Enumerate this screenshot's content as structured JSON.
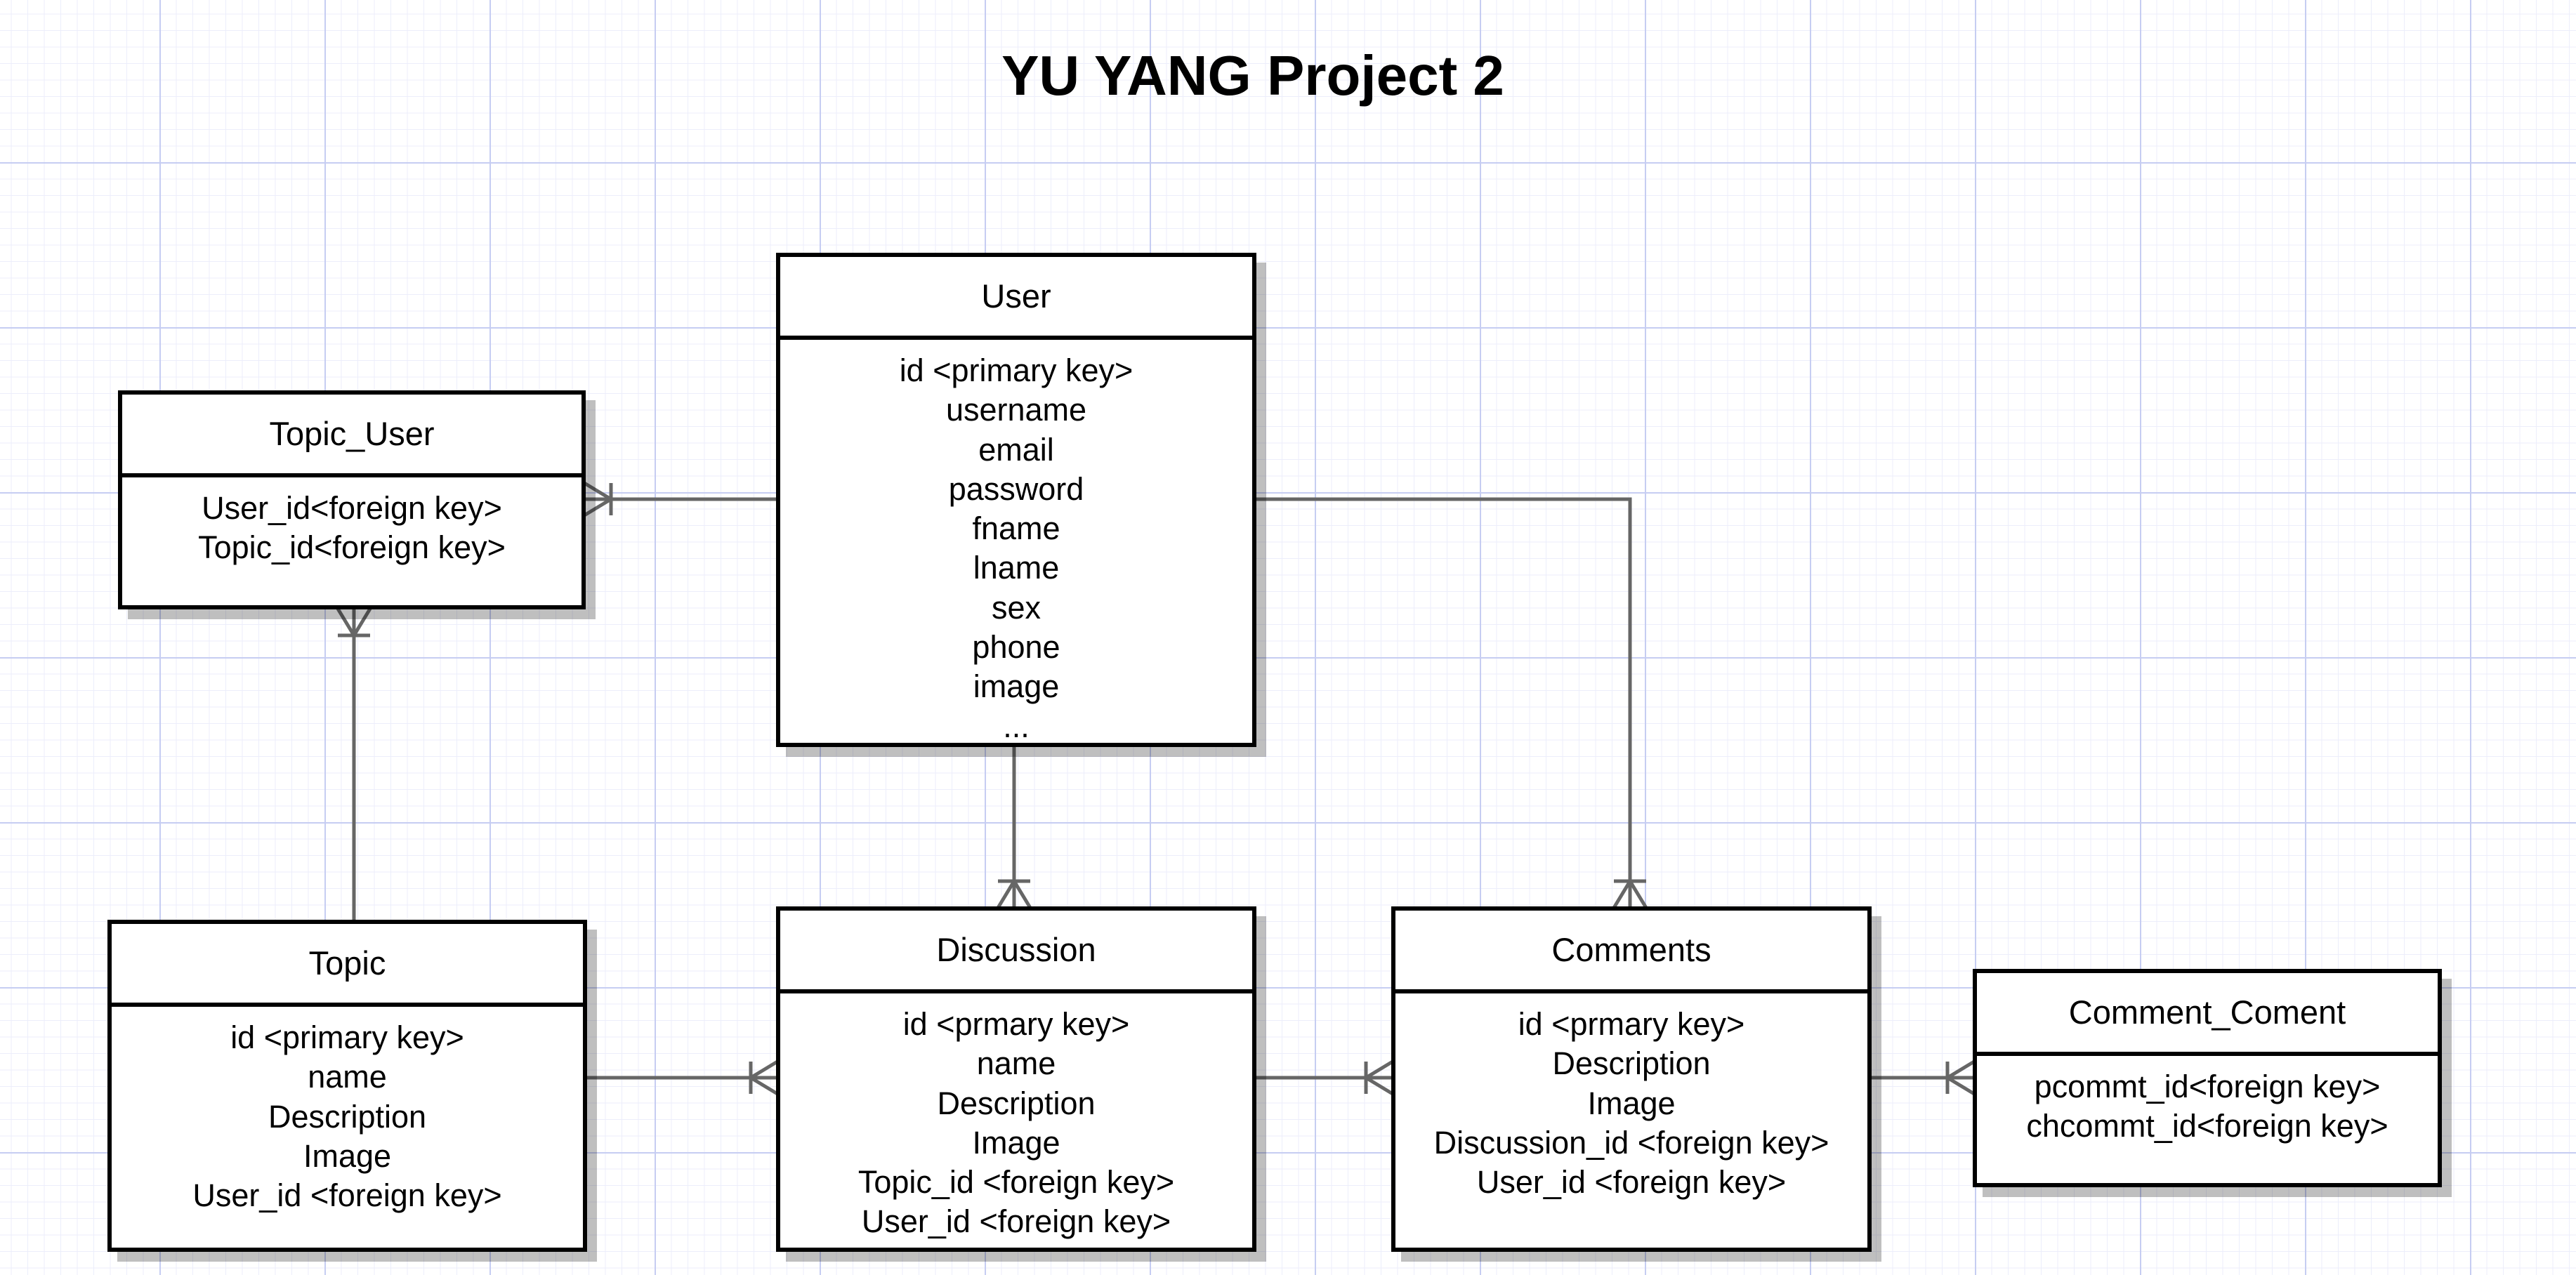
{
  "title": "YU YANG Project 2",
  "entities": {
    "user": {
      "name": "User",
      "attributes": [
        "id <primary key>",
        "username",
        "email",
        "password",
        "fname",
        "lname",
        "sex",
        "phone",
        "image",
        "..."
      ]
    },
    "topic_user": {
      "name": "Topic_User",
      "attributes": [
        "User_id<foreign key>",
        "Topic_id<foreign key>"
      ]
    },
    "topic": {
      "name": "Topic",
      "attributes": [
        "id <primary key>",
        "name",
        "Description",
        "Image",
        "User_id <foreign key>"
      ]
    },
    "discussion": {
      "name": "Discussion",
      "attributes": [
        "id <prmary key>",
        "name",
        "Description",
        "Image",
        "Topic_id <foreign key>",
        "User_id <foreign key>"
      ]
    },
    "comments": {
      "name": "Comments",
      "attributes": [
        "id <prmary key>",
        "Description",
        "Image",
        "Discussion_id <foreign key>",
        "User_id <foreign key>"
      ]
    },
    "comment_coment": {
      "name": "Comment_Coment",
      "attributes": [
        "pcommt_id<foreign key>",
        "chcommt_id<foreign key>"
      ]
    }
  },
  "relationships": [
    {
      "from": "user",
      "to": "topic_user",
      "from_end": "one",
      "to_end": "one-or-many"
    },
    {
      "from": "topic",
      "to": "topic_user",
      "from_end": "one",
      "to_end": "one-or-many"
    },
    {
      "from": "user",
      "to": "discussion",
      "from_end": "one",
      "to_end": "one-or-many"
    },
    {
      "from": "user",
      "to": "comments",
      "from_end": "one",
      "to_end": "one-or-many"
    },
    {
      "from": "topic",
      "to": "discussion",
      "from_end": "one",
      "to_end": "one-or-many"
    },
    {
      "from": "discussion",
      "to": "comments",
      "from_end": "one",
      "to_end": "one-or-many"
    },
    {
      "from": "comments",
      "to": "comment_coment",
      "from_end": "one",
      "to_end": "one-or-many"
    }
  ],
  "colors": {
    "line": "#666666",
    "border": "#000000",
    "grid_major": "#c6cdf2",
    "grid_minor": "#eceefb"
  }
}
